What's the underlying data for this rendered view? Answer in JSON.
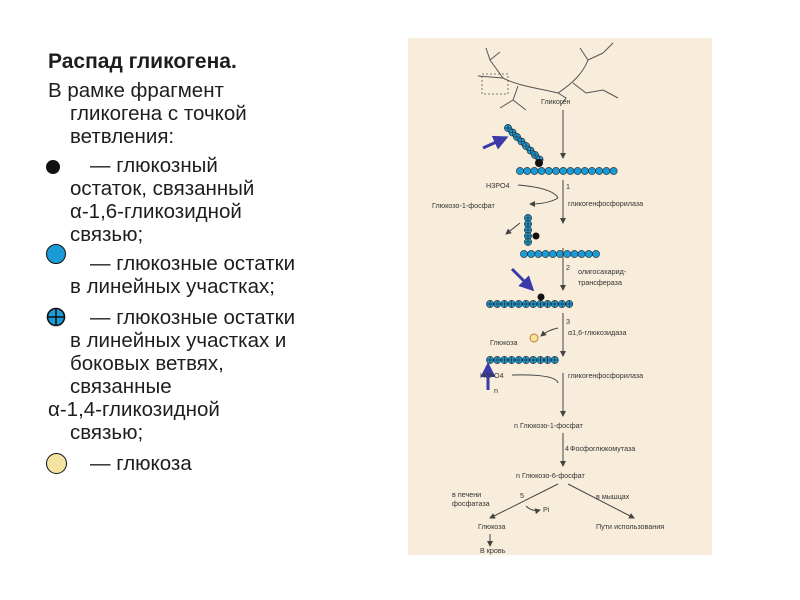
{
  "legend": {
    "title": "Распад гликогена.",
    "intro": [
      "В рамке фрагмент",
      "гликогена с точкой",
      "ветвления:"
    ],
    "items": [
      {
        "symbol": "black-dot-icon",
        "color": "#111111",
        "lines": [
          "— глюкозный",
          "остаток, связанный",
          "α-1,6-гликозидной",
          "связью;"
        ]
      },
      {
        "symbol": "blue-dot-icon",
        "color": "#1a9ad6",
        "lines": [
          "— глюкозные остатки",
          "в линейных участках;"
        ]
      },
      {
        "symbol": "crossed-circle-icon",
        "color": "#1a9ad6",
        "lines": [
          "— глюкозные остатки",
          "в линейных участках и",
          "боковых ветвях,",
          "связанные",
          "α-1,4-гликозидной",
          "связью;"
        ]
      },
      {
        "symbol": "yellow-dot-icon",
        "color": "#f4e3a1",
        "lines": [
          "— глюкоза"
        ]
      }
    ]
  },
  "diagram": {
    "glycogen": "Гликоген",
    "h3po4_1": "H3PO4",
    "step1": "1",
    "g1p_1": "Глюкозо-1-фосфат",
    "enzyme1": "гликогенфосфорилаза",
    "step2": "2",
    "enzyme2a": "олигосахарид-",
    "enzyme2b": "трансфераза",
    "step3": "3",
    "enzyme3": "α1,6-глюкозидаза",
    "glucose_1": "Глюкоза",
    "h3po4_2": "H3PO4",
    "enzyme1b": "гликогенфосфорилаза",
    "n_label": "n",
    "g1p_n": "n Глюкозо-1-фосфат",
    "step4": "4",
    "enzyme4": "Фосфоглюкомутаза",
    "g6p_n": "n Глюкозо-6-фосфат",
    "liver_a": "в печени",
    "liver_b": "фосфатаза",
    "step5": "5",
    "pi": "Pi",
    "muscle": "в мышцах",
    "glucose_2": "Глюкоза",
    "usage": "Пути использования",
    "blood": "В кровь",
    "colors": {
      "accent": "#3a3aa8",
      "bead": "#1a9ad6",
      "panel": "#f8eddb"
    }
  }
}
